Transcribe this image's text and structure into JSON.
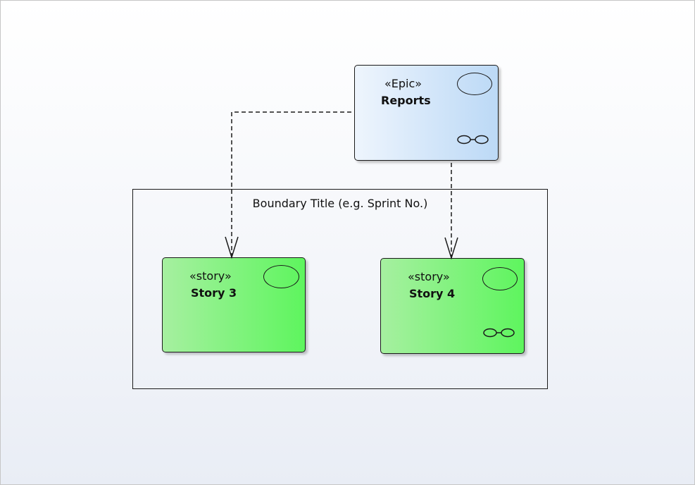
{
  "colors": {
    "epic_fill_start": "#eef5fd",
    "epic_fill_end": "#bcd9f6",
    "story_fill_start": "#a6f0a0",
    "story_fill_end": "#5ef55e",
    "line": "#1a1a1a"
  },
  "boundary": {
    "title": "Boundary Title (e.g. Sprint No.)"
  },
  "elements": {
    "epic": {
      "stereotype": "«Epic»",
      "name": "Reports",
      "icon": "ellipse-icon",
      "link_icon": "link-icon"
    },
    "story3": {
      "stereotype": "«story»",
      "name": "Story 3",
      "icon": "ellipse-icon"
    },
    "story4": {
      "stereotype": "«story»",
      "name": "Story 4",
      "icon": "ellipse-icon",
      "link_icon": "link-icon"
    }
  },
  "connectors": [
    {
      "from": "epic",
      "to": "story3",
      "style": "dashed",
      "arrow": "open"
    },
    {
      "from": "epic",
      "to": "story4",
      "style": "dashed",
      "arrow": "open"
    }
  ]
}
